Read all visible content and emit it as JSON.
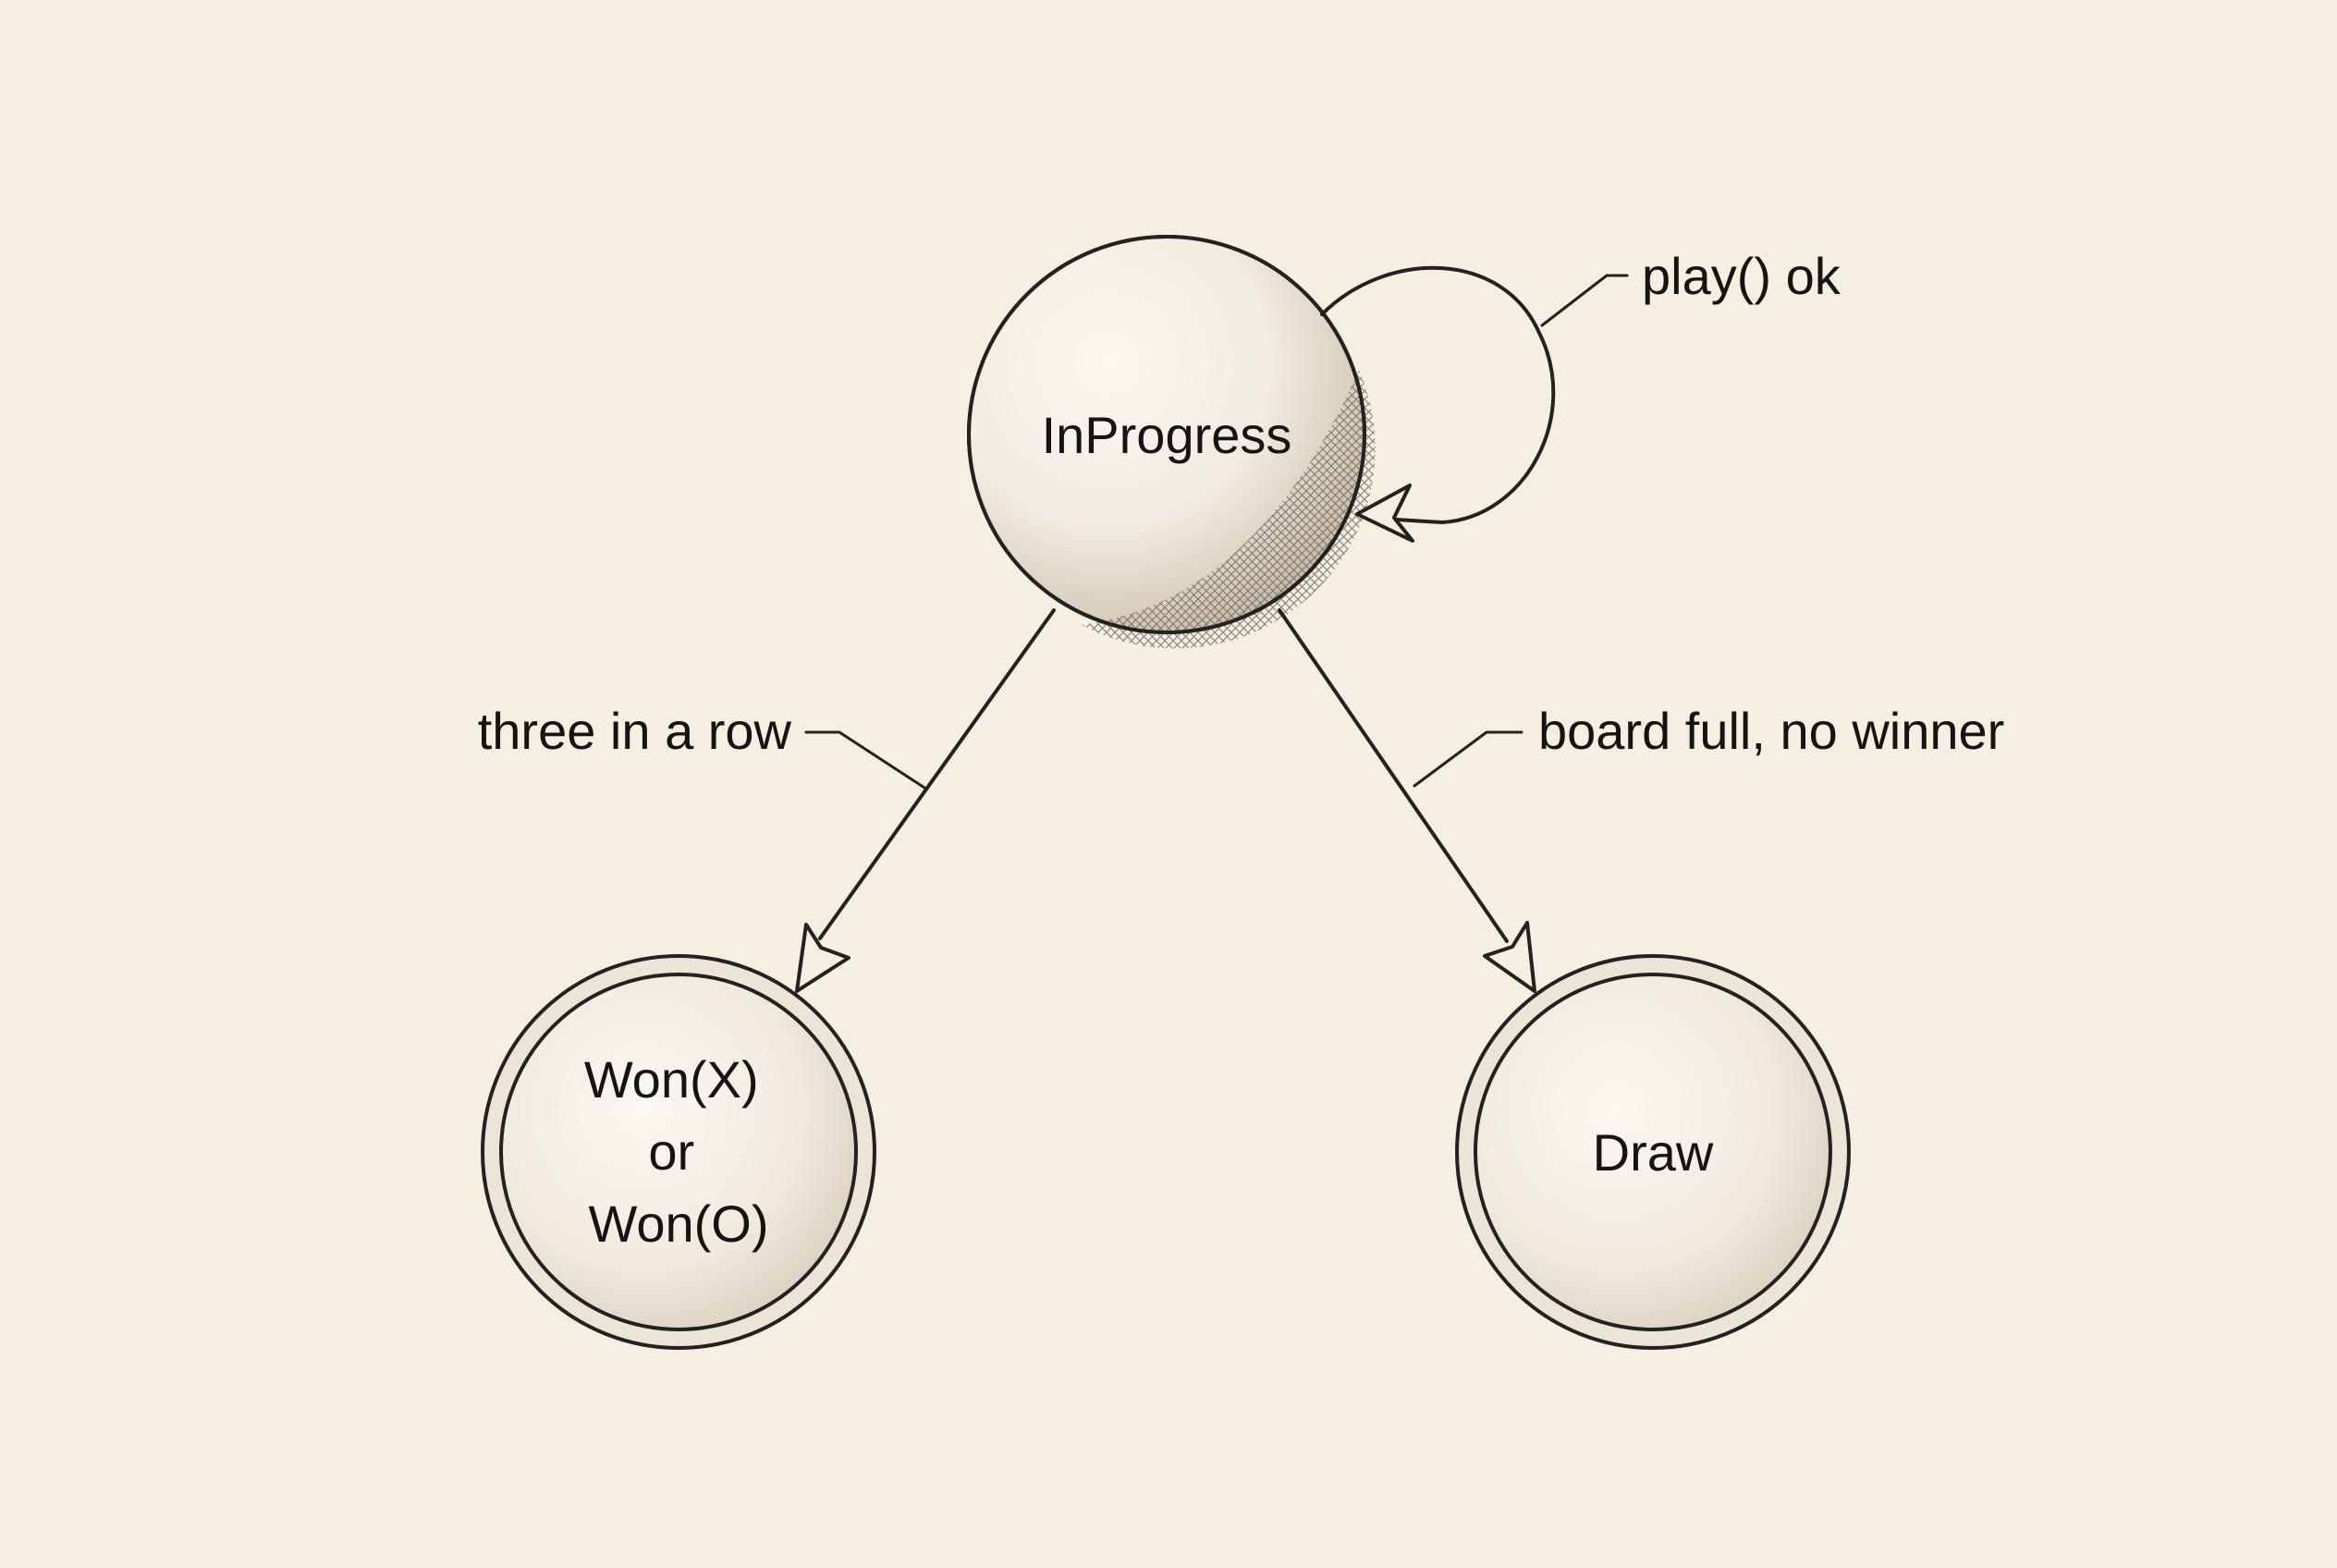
{
  "states": {
    "in_progress": {
      "label": "InProgress"
    },
    "won": {
      "lines": [
        "Won(X)",
        "or",
        "Won(O)"
      ]
    },
    "draw": {
      "label": "Draw"
    }
  },
  "transitions": {
    "self_loop": {
      "label": "play() ok"
    },
    "to_won": {
      "label": "three in a row"
    },
    "to_draw": {
      "label": "board full, no winner"
    }
  },
  "colors": {
    "paper": "#f5efe2",
    "ink": "#222222",
    "shade": "#d9cfc0"
  }
}
